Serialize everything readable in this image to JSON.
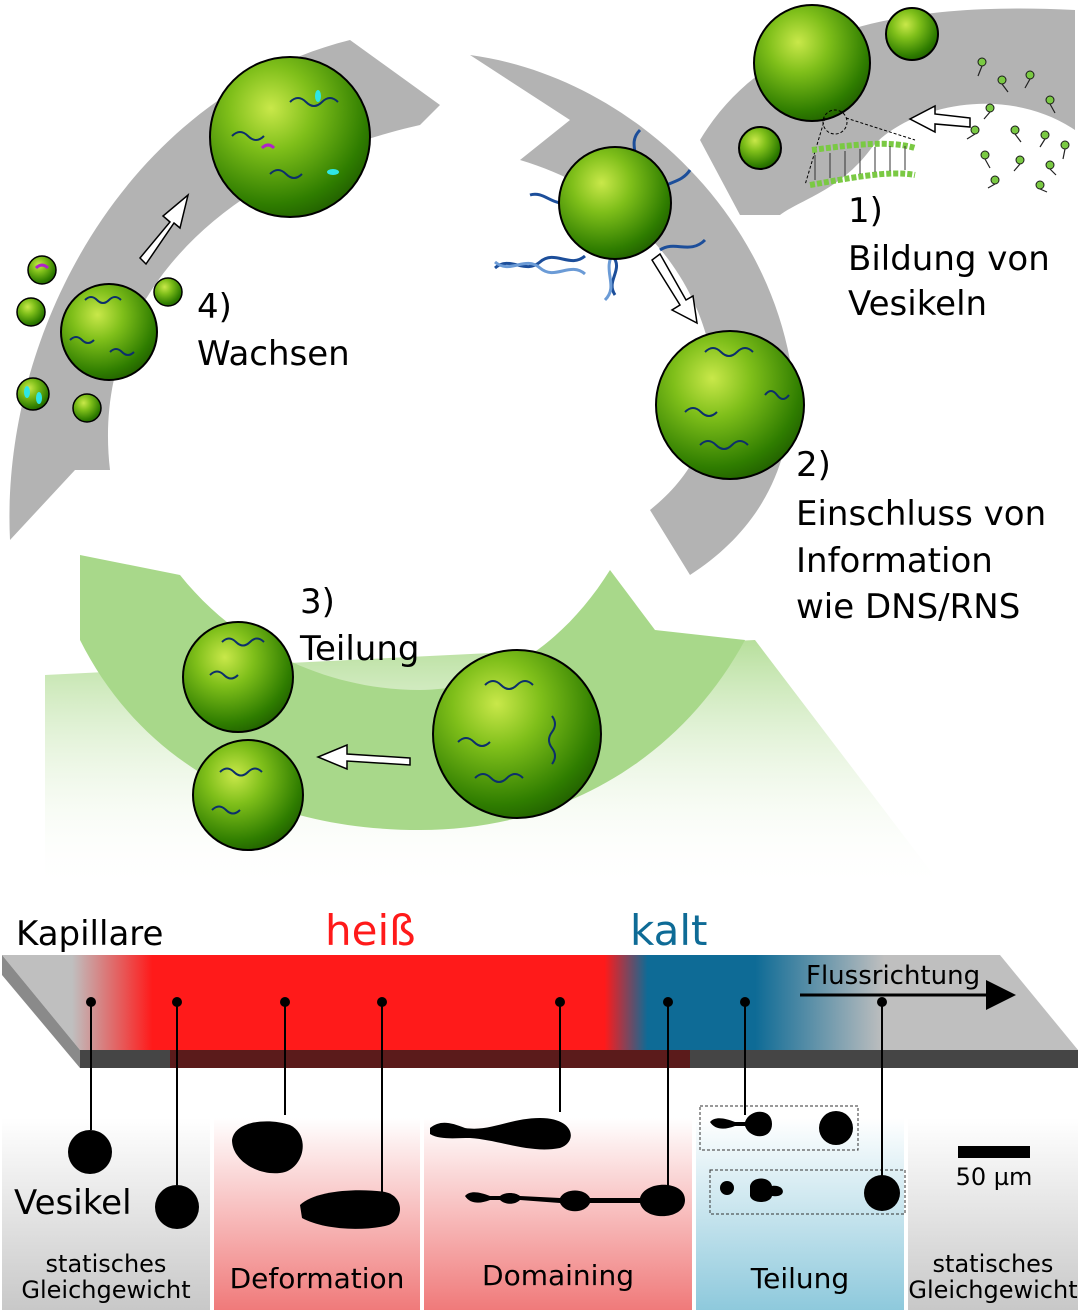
{
  "cycle": {
    "step1": {
      "number": "1)",
      "line1": "Bildung von",
      "line2": "Vesikeln"
    },
    "step2": {
      "number": "2)",
      "line1": "Einschluss von",
      "line2": "Information",
      "line3": "wie DNS/RNS"
    },
    "step3": {
      "number": "3)",
      "line1": "Teilung"
    },
    "step4": {
      "number": "4)",
      "line1": "Wachsen"
    }
  },
  "capillary": {
    "label": "Kapillare",
    "hot_label": "heiß",
    "cold_label": "kalt",
    "flow_label": "Flussrichtung"
  },
  "panels": {
    "vesicle_label": "Vesikel",
    "scale_label": "50 µm",
    "static_left_line1": "statisches",
    "static_left_line2": "Gleichgewicht",
    "deformation": "Deformation",
    "domaining": "Domaining",
    "division": "Teilung",
    "static_right_line1": "statisches",
    "static_right_line2": "Gleichgewicht"
  },
  "colors": {
    "hot": "#ff1a1a",
    "cold": "#0e6b96",
    "cycle_band": "#b3b3b3",
    "division_band": "#a8d88a",
    "vesicle_green": "#3f8f00"
  }
}
